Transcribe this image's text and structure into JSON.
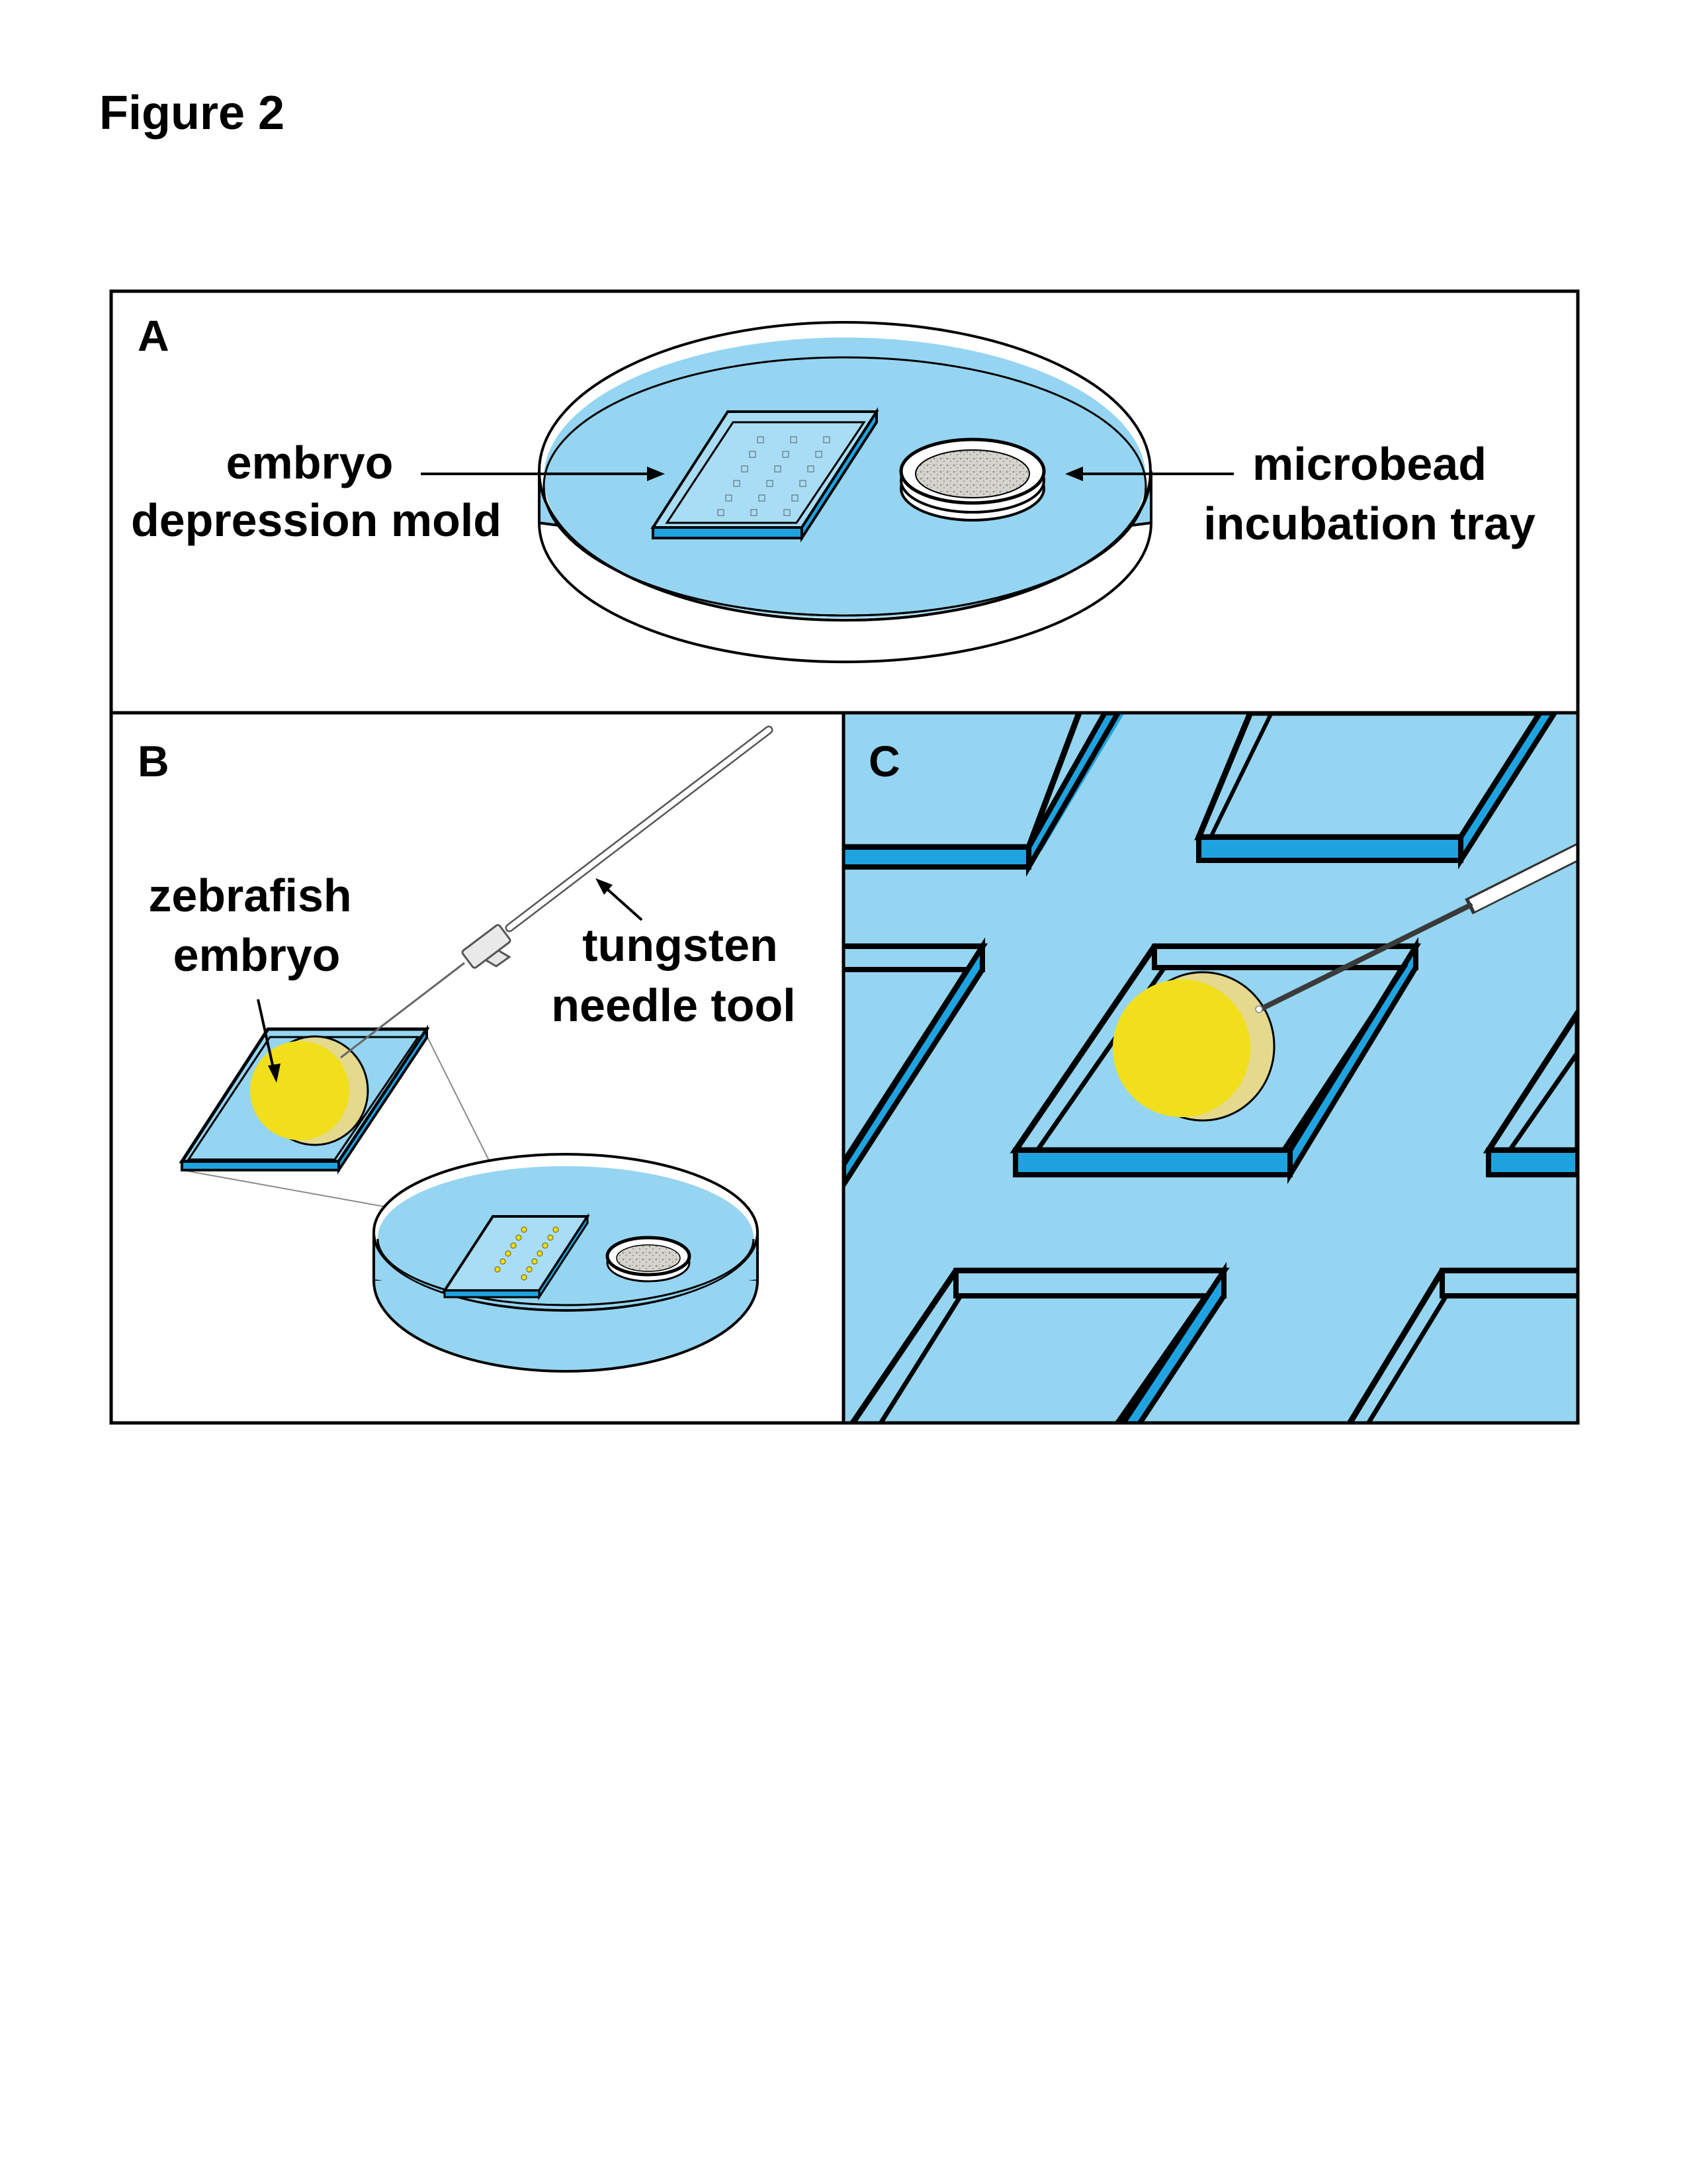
{
  "figure": {
    "title": "Figure 2",
    "colors": {
      "water": "#95d5f1",
      "water_light": "#a9ddf5",
      "edge_blue": "#1ea3e0",
      "yolk": "#f1df1b",
      "chorion": "#e4d98c",
      "outline": "#000000",
      "bead_gray": "#c8c6c0"
    }
  },
  "panels": {
    "a": {
      "label": "A",
      "left_label": [
        "embryo",
        "depression mold"
      ],
      "right_label": [
        "microbead",
        "incubation tray"
      ]
    },
    "b": {
      "label": "B",
      "embryo_label": [
        "zebrafish",
        "embryo"
      ],
      "needle_label": [
        "tungsten",
        "needle tool"
      ]
    },
    "c": {
      "label": "C"
    }
  }
}
